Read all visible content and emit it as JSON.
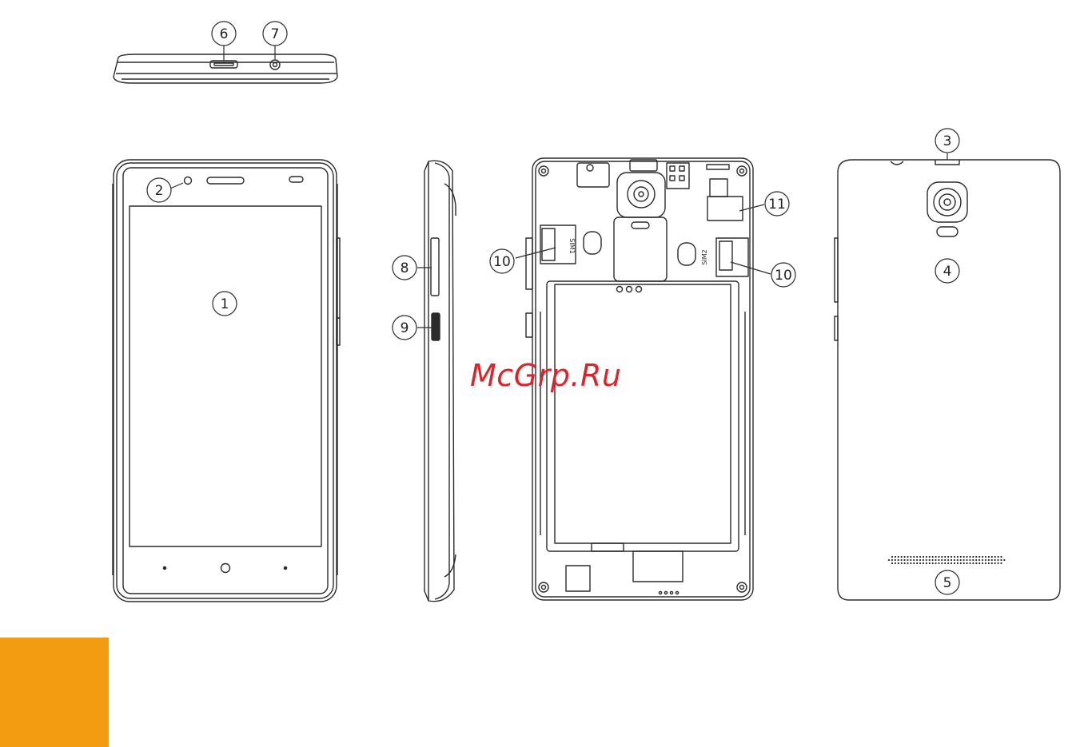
{
  "callouts": [
    {
      "id": "1",
      "label": "1"
    },
    {
      "id": "2",
      "label": "2"
    },
    {
      "id": "3",
      "label": "3"
    },
    {
      "id": "4",
      "label": "4"
    },
    {
      "id": "5",
      "label": "5"
    },
    {
      "id": "6",
      "label": "6"
    },
    {
      "id": "7",
      "label": "7"
    },
    {
      "id": "8",
      "label": "8"
    },
    {
      "id": "9",
      "label": "9"
    },
    {
      "id": "10a",
      "label": "10"
    },
    {
      "id": "10b",
      "label": "10"
    },
    {
      "id": "11",
      "label": "11"
    }
  ],
  "slot_labels": {
    "sim1": "SIM1",
    "sim2": "SIM2"
  },
  "watermark": "McGrp.Ru",
  "colors": {
    "line": "#2b2b2b",
    "accent_tab": "#f39c12",
    "watermark": "#d7262c"
  }
}
